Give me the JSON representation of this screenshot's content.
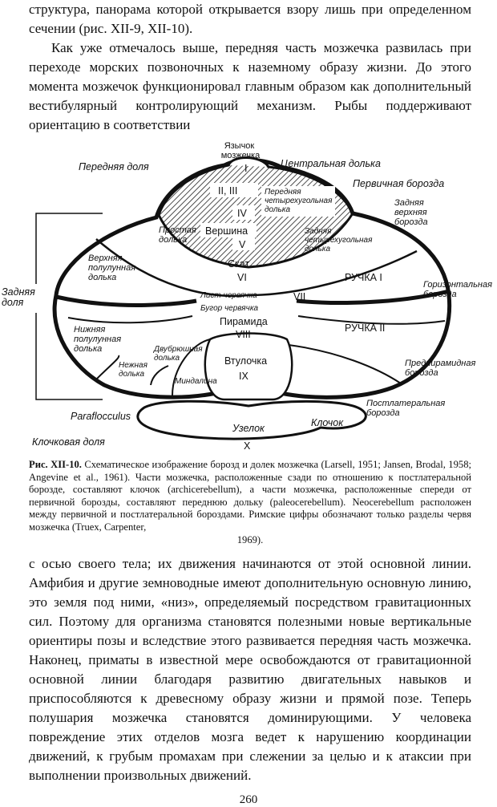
{
  "top_text": [
    "структура, панорама которой открывается взору лишь при определенном сечении (рис. XII-9, XII-10).",
    "Как уже отмечалось выше, передняя часть мозжечка развилась при переходе морских позвоночных к наземному образу жизни. До этого момента мозжечок функционировал главным образом как дополнительный вестибулярный контролирующий механизм. Рыбы поддерживают ориентацию в соответствии"
  ],
  "figure": {
    "labels": {
      "yazychok": "Язычок мозжечка",
      "perednyaya_dolya": "Передняя доля",
      "centralnaya": "Центральная долька",
      "pervichnaya": "Первичная борозда",
      "zadnyaya_verkhnyaya": "Задняя верхняя борозда",
      "I": "I",
      "II_III": "II, III",
      "IV": "IV",
      "vershina": "Вершина",
      "V": "V",
      "perednyaya_chetyr": "Передняя четырехугольная долька",
      "prostaya": "Простая долька",
      "zadnyaya_chetyr": "Задняя четырехугольная долька",
      "skat": "Скат",
      "VI": "VI",
      "verkhnyaya_polulunnaya": "Верхняя полулунная долька",
      "ruchka1": "РУЧКА I",
      "gorizontalnaya": "Горизонтальная борозда",
      "zadnyaya_dolya": "Задняя доля",
      "list": "Лист червячка",
      "VII": "VII",
      "bugor": "Бугор червячка",
      "piramida": "Пирамида",
      "VIII": "VIII",
      "ruchka2": "РУЧКА II",
      "nizhnyaya_polulunnaya": "Нижняя полулунная долька",
      "nezhnaya": "Нежная долька",
      "dvubryushnaya": "Двубрюшная долька",
      "vtulochka": "Втулочка",
      "IX": "IX",
      "mindalina": "Миндалина",
      "predpiramidnaya": "Предпирамидная борозда",
      "paraflocculus": "Paraflocculus",
      "postlateralnaya": "Постлатеральная борозда",
      "uzelok": "Узелок",
      "klochok": "Клочок",
      "X": "X",
      "klochkovaya": "Клочковая доля"
    },
    "caption_label": "Рис. XII-10.",
    "caption": "Схематическое изображение борозд и долек мозжечка (Larsell, 1951; Jansen, Brodal, 1958; Angevine et al., 1961). Части мозжечка, расположенные сзади по отношению к постлатеральной борозде, составляют клочок (archicerebellum), а части мозжечка, расположенные спереди от первичной борозды, составляют переднюю дольку (paleocerebellum). Neocerebellum расположен между первичной и постлатеральной бороздами. Римские цифры обозначают только разделы червя мозжечка (Truex, Carpenter,",
    "caption_end": "1969)."
  },
  "bottom_text": "с осью своего тела; их движения начинаются от этой основной линии. Амфибия и другие земноводные имеют дополнительную основную линию, это земля под ними, «низ», определяемый посредством гравитационных сил. Поэтому для организма становятся полезными новые вертикальные ориентиры позы и вследствие этого развивается передняя часть мозжечка. Наконец, приматы в известной мере освобождаются от гравитационной основной линии благодаря развитию двигательных навыков и приспособляются к древесному образу жизни и прямой позе. Теперь полушария мозжечка становятся доминирующими. У человека повреждение этих отделов мозга ведет к нарушению координации движений, к грубым промахам при слежении за целью и к атаксии при выполнении произвольных движений.",
  "page_number": "260"
}
